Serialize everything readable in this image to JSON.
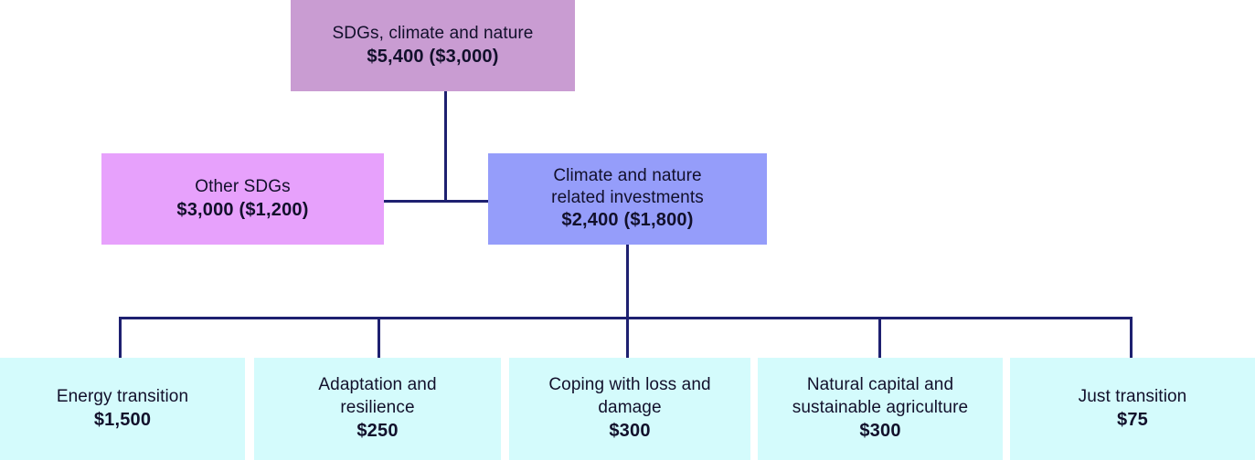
{
  "diagram": {
    "type": "hierarchy-tree",
    "levels": 3,
    "colors": {
      "root_box": "#c99cd2",
      "other_sdgs_box": "#e7a1fc",
      "climate_box": "#959dfa",
      "leaf_box": "#d4fbfc",
      "connector_line": "#1e2070",
      "text": "#12102b",
      "background": "#ffffff"
    }
  },
  "nodes": {
    "root": {
      "title": "SDGs, climate and nature",
      "value": "$5,400 ($3,000)"
    },
    "other_sdgs": {
      "title": "Other SDGs",
      "value": "$3,000 ($1,200)"
    },
    "climate": {
      "title": "Climate and nature\nrelated investments",
      "value": "$2,400 ($1,800)"
    },
    "leaves": [
      {
        "title": "Energy transition",
        "value": "$1,500"
      },
      {
        "title": "Adaptation and\nresilience",
        "value": "$250"
      },
      {
        "title": "Coping with loss and\ndamage",
        "value": "$300"
      },
      {
        "title": "Natural capital and\nsustainable agriculture",
        "value": "$300"
      },
      {
        "title": "Just transition",
        "value": "$75"
      }
    ]
  }
}
